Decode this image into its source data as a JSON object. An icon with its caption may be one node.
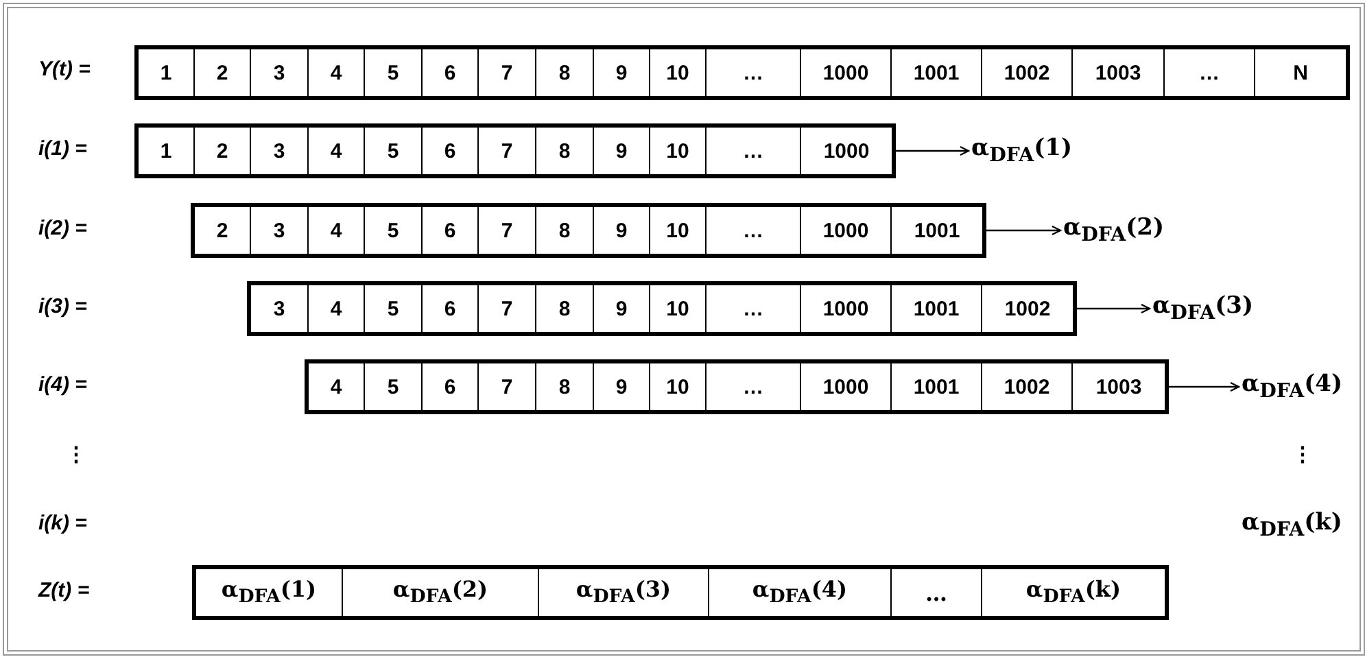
{
  "diagram": {
    "nodes": [
      {
        "text": [
          "1",
          "2",
          "3",
          "4",
          "5",
          "6",
          "7",
          "8",
          "9",
          "10",
          "…",
          "1000",
          "1001",
          "1002",
          "1003",
          "…",
          "N"
        ]
      },
      {
        "text": [
          "1",
          "2",
          "3",
          "4",
          "5",
          "6",
          "7",
          "8",
          "9",
          "10",
          "…",
          "1000"
        ]
      },
      {
        "text": [
          "α$_{DFA}$(1)"
        ]
      },
      {
        "text": [
          "2",
          "3",
          "4",
          "5",
          "6",
          "7",
          "8",
          "9",
          "10",
          "…",
          "1000",
          "1001"
        ]
      },
      {
        "text": [
          "α$_{DFA}$(2)"
        ]
      },
      {
        "text": [
          "3",
          "4",
          "5",
          "6",
          "7",
          "8",
          "9",
          "10",
          "…",
          "1000",
          "1001",
          "1002"
        ]
      },
      {
        "text": [
          "α$_{DFA}$(3)"
        ]
      },
      {
        "text": [
          "4",
          "5",
          "6",
          "7",
          "8",
          "9",
          "10",
          "…",
          "1000",
          "1001",
          "1002",
          "1003"
        ]
      },
      {
        "text": [
          "α$_{DFA}$(4)"
        ]
      },
      {
        "text": [
          "α$_{DFA}$(1)",
          "α$_{DFA}$(2)",
          "α$_{DFA}$(3)",
          "α$_{DFA}$(4)",
          "…",
          "α$_{DFA}$(k)"
        ]
      }
    ],
    "edges": [
      {
        "from": 1,
        "to": 2,
        "arrow": "to"
      },
      {
        "from": 3,
        "to": 4,
        "arrow": "to"
      },
      {
        "from": 5,
        "to": 6,
        "arrow": "to"
      },
      {
        "from": 7,
        "to": 8,
        "arrow": "to"
      }
    ],
    "labels": [
      "Y(t) =",
      "i(1) =",
      "i(2) =",
      "i(3) =",
      "i(4) =",
      "⋮",
      "⋮",
      "i(k) =",
      "α$_{DFA}$(k)",
      "Z(t) ="
    ]
  }
}
